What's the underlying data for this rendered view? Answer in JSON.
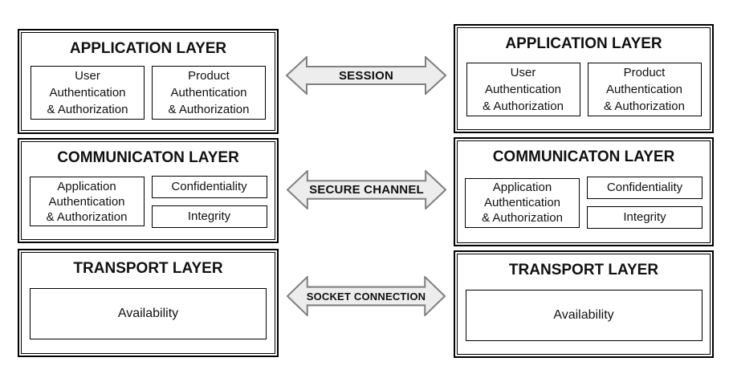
{
  "left": {
    "application": {
      "title": "APPLICATION LAYER",
      "user_box": [
        "User",
        "Authentication",
        "& Authorization"
      ],
      "product_box": [
        "Product",
        "Authentication",
        "& Authorization"
      ]
    },
    "communication": {
      "title": "COMMUNICATON LAYER",
      "app_auth_box": [
        "Application",
        "Authentication",
        "& Authorization"
      ],
      "confidentiality_box": "Confidentiality",
      "integrity_box": "Integrity"
    },
    "transport": {
      "title": "TRANSPORT LAYER",
      "availability_box": "Availability"
    }
  },
  "right": {
    "application": {
      "title": "APPLICATION LAYER",
      "user_box": [
        "User",
        "Authentication",
        "& Authorization"
      ],
      "product_box": [
        "Product",
        "Authentication",
        "& Authorization"
      ]
    },
    "communication": {
      "title": "COMMUNICATON LAYER",
      "app_auth_box": [
        "Application",
        "Authentication",
        "& Authorization"
      ],
      "confidentiality_box": "Confidentiality",
      "integrity_box": "Integrity"
    },
    "transport": {
      "title": "TRANSPORT LAYER",
      "availability_box": "Availability"
    }
  },
  "arrows": {
    "session": "SESSION",
    "secure_channel": "SECURE CHANNEL",
    "socket_connection": "SOCKET CONNECTION"
  },
  "colors": {
    "arrow_fill": "#ededed",
    "arrow_border": "#808080",
    "box_border": "#000000",
    "background": "#ffffff"
  }
}
